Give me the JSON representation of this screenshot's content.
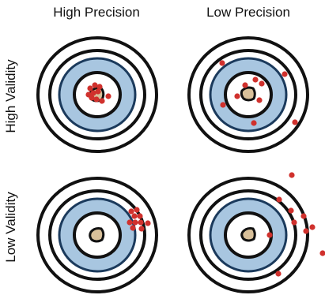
{
  "columns": [
    {
      "label": "High Precision"
    },
    {
      "label": "Low Precision"
    }
  ],
  "rows": [
    {
      "label": "High Validity"
    },
    {
      "label": "Low Validity"
    }
  ],
  "colors": {
    "ring_stroke": "#111111",
    "ring_blue": "#a8c6e0",
    "ring_blue_border": "#1b3a5c",
    "bullseye": "#d8c09a",
    "dot": "#d0312d",
    "background": "#ffffff"
  }
}
